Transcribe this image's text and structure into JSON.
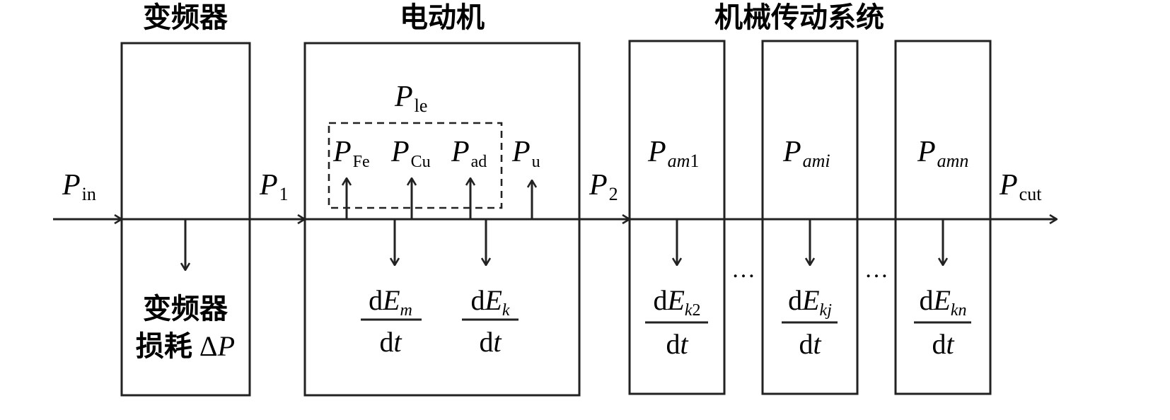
{
  "headers": {
    "inverter": "变频器",
    "motor": "电动机",
    "transmission": "机械传动系统"
  },
  "power_labels": {
    "P_in": {
      "main": "P",
      "sub": "in"
    },
    "P_1": {
      "main": "P",
      "sub": "1"
    },
    "P_2": {
      "main": "P",
      "sub": "2"
    },
    "P_cut": {
      "main": "P",
      "sub": "cut"
    },
    "P_le": {
      "main": "P",
      "sub": "le"
    },
    "P_Fe": {
      "main": "P",
      "sub": "Fe"
    },
    "P_Cu": {
      "main": "P",
      "sub": "Cu"
    },
    "P_ad": {
      "main": "P",
      "sub": "ad"
    },
    "P_u": {
      "main": "P",
      "sub": "u"
    },
    "P_am1": {
      "main": "P",
      "sub_italic": "am",
      "sub_upright": "1"
    },
    "P_ami": {
      "main": "P",
      "sub_italic": "ami",
      "sub_upright": ""
    },
    "P_amn": {
      "main": "P",
      "sub_italic": "amn",
      "sub_upright": ""
    }
  },
  "inverter_loss": {
    "line1": "变频器",
    "line2": "损耗",
    "delta": "Δ",
    "P": "P"
  },
  "fractions": {
    "dEm": {
      "d": "d",
      "E": "E",
      "sub": "m",
      "den_d": "d",
      "den_t": "t"
    },
    "dEk": {
      "d": "d",
      "E": "E",
      "sub": "k",
      "den_d": "d",
      "den_t": "t"
    },
    "dEk2": {
      "d": "d",
      "E": "E",
      "sub_i": "k",
      "sub_r": "2",
      "den_d": "d",
      "den_t": "t"
    },
    "dEkj": {
      "d": "d",
      "E": "E",
      "sub_i": "kj",
      "sub_r": "",
      "den_d": "d",
      "den_t": "t"
    },
    "dEkn": {
      "d": "d",
      "E": "E",
      "sub_i": "kn",
      "sub_r": "",
      "den_d": "d",
      "den_t": "t"
    }
  },
  "ellipsis": "…"
}
